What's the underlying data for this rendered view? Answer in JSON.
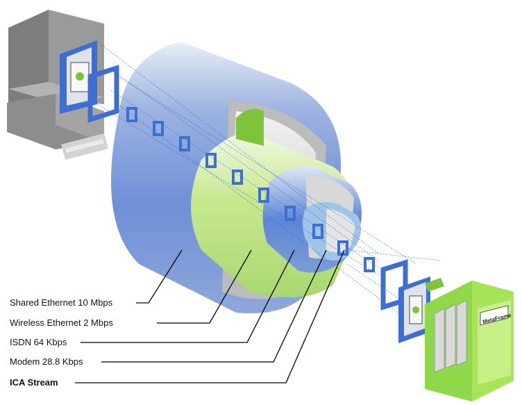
{
  "labels": {
    "shared_ethernet": "Shared Ethernet 10 Mbps",
    "wireless_ethernet": "Wireless Ethernet 2 Mbps",
    "isdn": "ISDN 64 Kbps",
    "modem": "Modem 28.8 Kbps",
    "ica_stream": "ICA Stream"
  },
  "server_logo_text": "MetaFrame",
  "colors": {
    "blue_frame": "#3d6fd0",
    "green_ring": "#8fd34a",
    "server_green": "#9fe04a",
    "terminal_gray": "#8e8e8e"
  }
}
